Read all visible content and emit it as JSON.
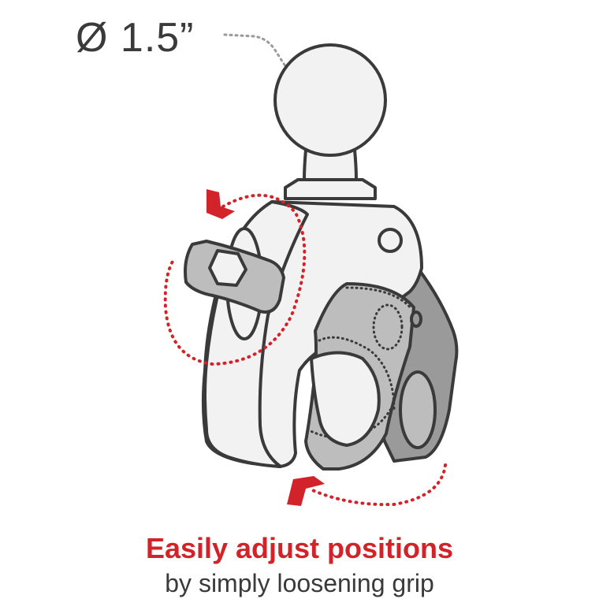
{
  "diameter_label": "Ø 1.5”",
  "headline": "Easily adjust positions",
  "subline": "by simply loosening grip",
  "colors": {
    "accent": "#d2232a",
    "outline": "#3a3a3a",
    "part_fill": "#f2f2f2",
    "shade_fill": "#bdbdbd",
    "dark_fill": "#9a9a9a",
    "pointer": "#9a9a9a"
  },
  "icons": [
    "ball-mount-icon",
    "rotate-arrow-icon",
    "pointer-arrow-icon"
  ]
}
